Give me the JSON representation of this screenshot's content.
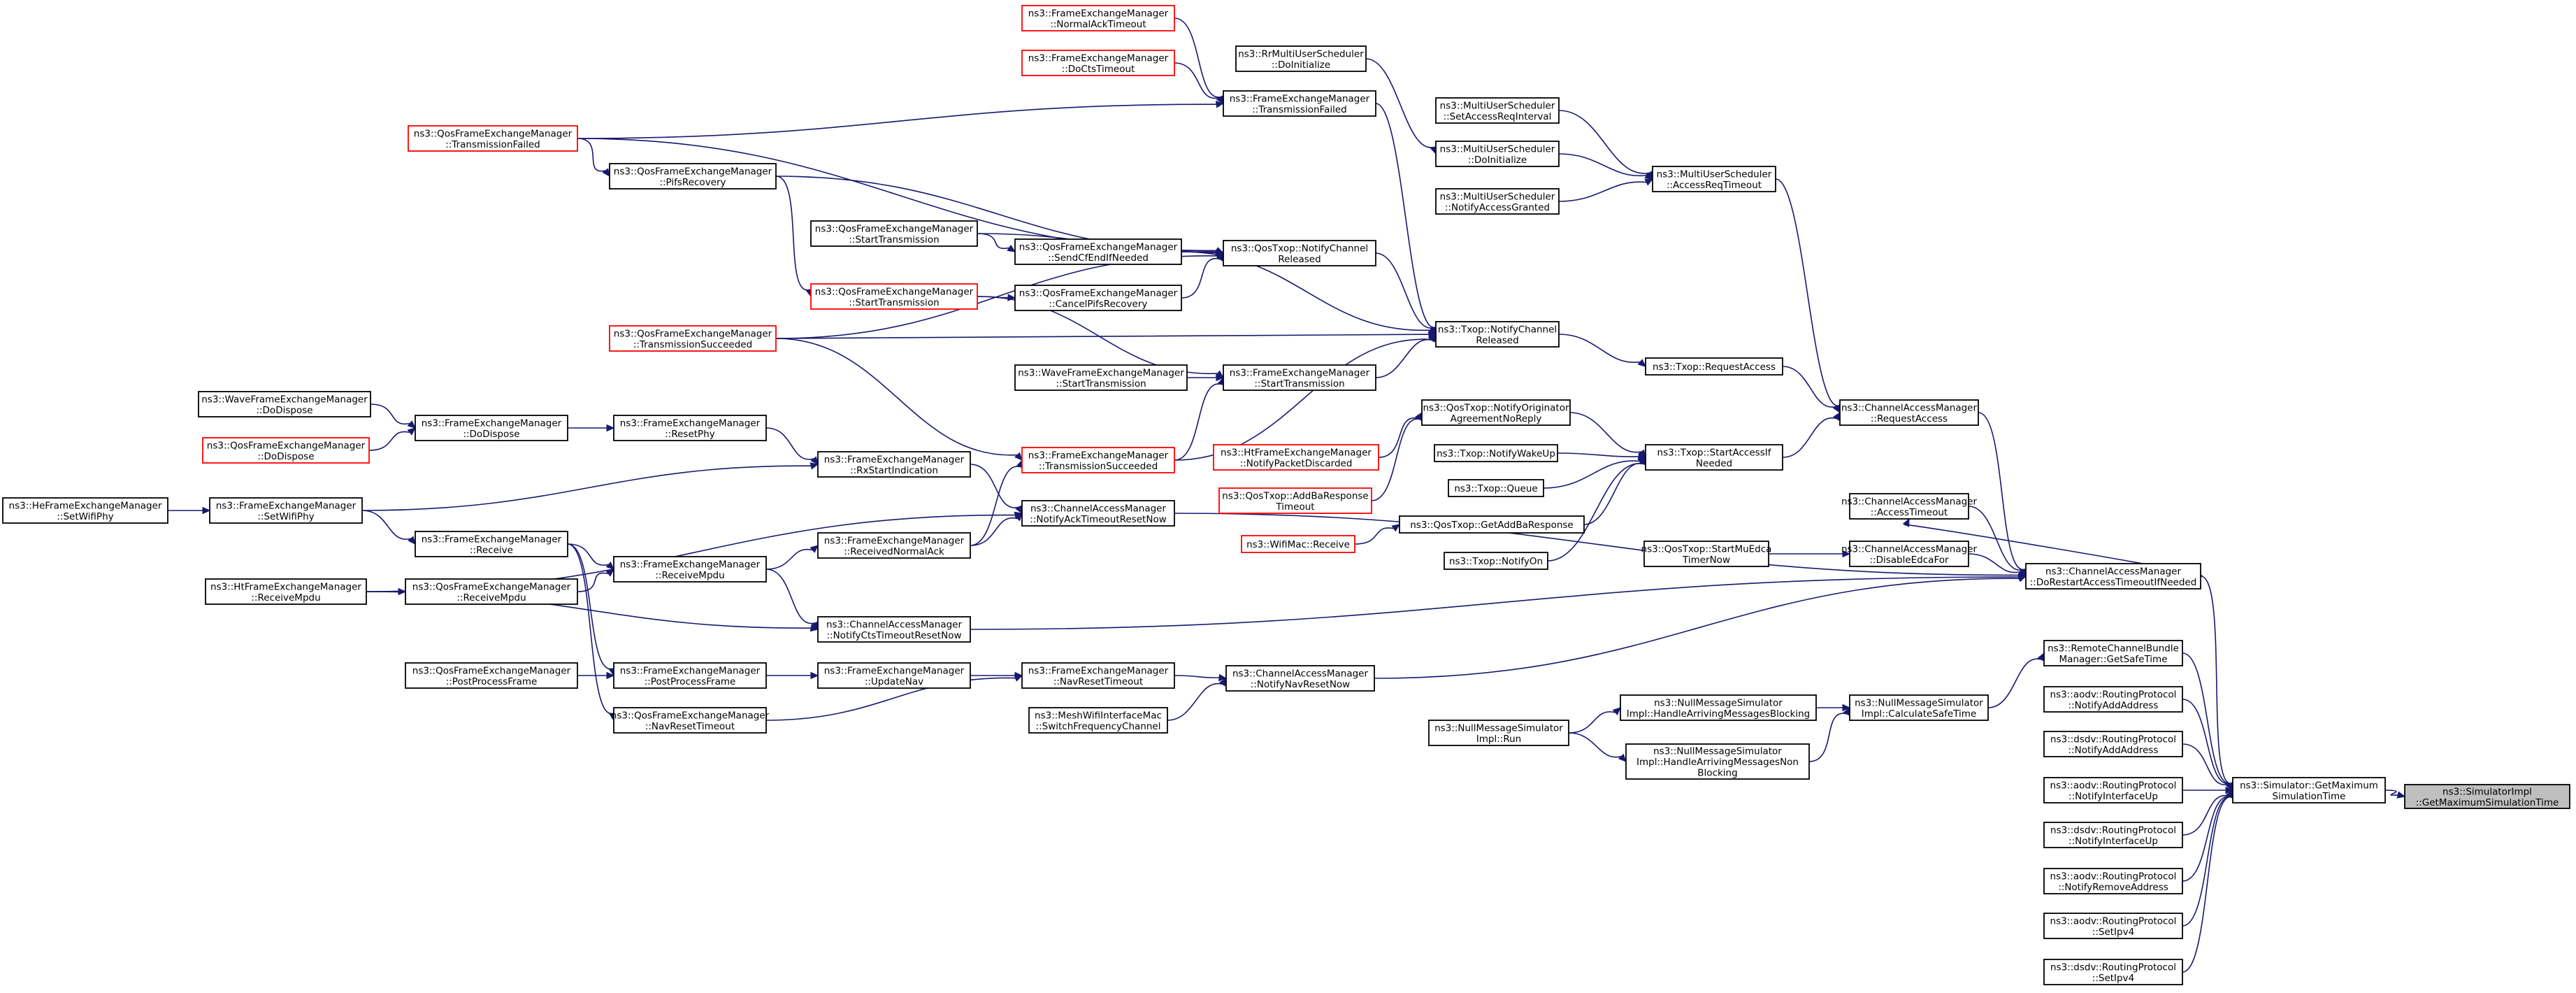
{
  "nodes": [
    {
      "id": "target",
      "lines": [
        "ns3::SimulatorImpl",
        "::GetMaximumSimulationTime"
      ],
      "style": "selected"
    },
    {
      "id": "sim_gmst",
      "lines": [
        "ns3::Simulator::GetMaximum",
        "SimulationTime"
      ],
      "style": "normal"
    },
    {
      "id": "cam_drat",
      "lines": [
        "ns3::ChannelAccessManager",
        "::DoRestartAccessTimeoutIfNeeded"
      ],
      "style": "normal"
    },
    {
      "id": "rcb_gst",
      "lines": [
        "ns3::RemoteChannelBundle",
        "Manager::GetSafeTime"
      ],
      "style": "normal"
    },
    {
      "id": "aodv_naa",
      "lines": [
        "ns3::aodv::RoutingProtocol",
        "::NotifyAddAddress"
      ],
      "style": "normal"
    },
    {
      "id": "dsdv_naa",
      "lines": [
        "ns3::dsdv::RoutingProtocol",
        "::NotifyAddAddress"
      ],
      "style": "normal"
    },
    {
      "id": "aodv_niu",
      "lines": [
        "ns3::aodv::RoutingProtocol",
        "::NotifyInterfaceUp"
      ],
      "style": "normal"
    },
    {
      "id": "dsdv_niu",
      "lines": [
        "ns3::dsdv::RoutingProtocol",
        "::NotifyInterfaceUp"
      ],
      "style": "normal"
    },
    {
      "id": "aodv_nra",
      "lines": [
        "ns3::aodv::RoutingProtocol",
        "::NotifyRemoveAddress"
      ],
      "style": "normal"
    },
    {
      "id": "aodv_sip",
      "lines": [
        "ns3::aodv::RoutingProtocol",
        "::SetIpv4"
      ],
      "style": "normal"
    },
    {
      "id": "dsdv_sip",
      "lines": [
        "ns3::dsdv::RoutingProtocol",
        "::SetIpv4"
      ],
      "style": "normal"
    },
    {
      "id": "cam_ra",
      "lines": [
        "ns3::ChannelAccessManager",
        "::RequestAccess"
      ],
      "style": "normal"
    },
    {
      "id": "cam_at",
      "lines": [
        "ns3::ChannelAccessManager",
        "::AccessTimeout"
      ],
      "style": "normal"
    },
    {
      "id": "cam_def",
      "lines": [
        "ns3::ChannelAccessManager",
        "::DisableEdcaFor"
      ],
      "style": "normal"
    },
    {
      "id": "qos_smu",
      "lines": [
        "ns3::QosTxop::StartMuEdca",
        "TimerNow"
      ],
      "style": "normal"
    },
    {
      "id": "txop_ra",
      "lines": [
        "ns3::Txop::RequestAccess"
      ],
      "style": "single"
    },
    {
      "id": "txop_sai",
      "lines": [
        "ns3::Txop::StartAccessIf",
        "Needed"
      ],
      "style": "normal"
    },
    {
      "id": "qos_noan",
      "lines": [
        "ns3::QosTxop::NotifyOriginator",
        "AgreementNoReply"
      ],
      "style": "normal"
    },
    {
      "id": "txop_nwu",
      "lines": [
        "ns3::Txop::NotifyWakeUp"
      ],
      "style": "single"
    },
    {
      "id": "txop_q",
      "lines": [
        "ns3::Txop::Queue"
      ],
      "style": "single"
    },
    {
      "id": "qos_gab",
      "lines": [
        "ns3::QosTxop::GetAddBaResponse"
      ],
      "style": "single"
    },
    {
      "id": "txop_non",
      "lines": [
        "ns3::Txop::NotifyOn"
      ],
      "style": "single"
    },
    {
      "id": "ht_npd",
      "lines": [
        "ns3::HtFrameExchangeManager",
        "::NotifyPacketDiscarded"
      ],
      "style": "red"
    },
    {
      "id": "qos_abt",
      "lines": [
        "ns3::QosTxop::AddBaResponse",
        "Timeout"
      ],
      "style": "red"
    },
    {
      "id": "wifi_rcv",
      "lines": [
        "ns3::WifiMac::Receive"
      ],
      "style": "red-single"
    },
    {
      "id": "mus_art",
      "lines": [
        "ns3::MultiUserScheduler",
        "::AccessReqTimeout"
      ],
      "style": "normal"
    },
    {
      "id": "mus_sari",
      "lines": [
        "ns3::MultiUserScheduler",
        "::SetAccessReqInterval"
      ],
      "style": "normal"
    },
    {
      "id": "mus_di",
      "lines": [
        "ns3::MultiUserScheduler",
        "::DoInitialize"
      ],
      "style": "normal"
    },
    {
      "id": "mus_nag",
      "lines": [
        "ns3::MultiUserScheduler",
        "::NotifyAccessGranted"
      ],
      "style": "normal"
    },
    {
      "id": "rrmus_di",
      "lines": [
        "ns3::RrMultiUserScheduler",
        "::DoInitialize"
      ],
      "style": "normal"
    },
    {
      "id": "txop_ncr",
      "lines": [
        "ns3::Txop::NotifyChannel",
        "Released"
      ],
      "style": "normal"
    },
    {
      "id": "fem_tf",
      "lines": [
        "ns3::FrameExchangeManager",
        "::TransmissionFailed"
      ],
      "style": "normal"
    },
    {
      "id": "qostx_ncr",
      "lines": [
        "ns3::QosTxop::NotifyChannel",
        "Released"
      ],
      "style": "normal"
    },
    {
      "id": "fem_st",
      "lines": [
        "ns3::FrameExchangeManager",
        "::StartTransmission"
      ],
      "style": "normal"
    },
    {
      "id": "fem_nat",
      "lines": [
        "ns3::FrameExchangeManager",
        "::NormalAckTimeout"
      ],
      "style": "red"
    },
    {
      "id": "fem_dct",
      "lines": [
        "ns3::FrameExchangeManager",
        "::DoCtsTimeout"
      ],
      "style": "red"
    },
    {
      "id": "qfem_tf",
      "lines": [
        "ns3::QosFrameExchangeManager",
        "::TransmissionFailed"
      ],
      "style": "red"
    },
    {
      "id": "qfem_pr",
      "lines": [
        "ns3::QosFrameExchangeManager",
        "::PifsRecovery"
      ],
      "style": "normal"
    },
    {
      "id": "qfem_st1",
      "lines": [
        "ns3::QosFrameExchangeManager",
        "::StartTransmission"
      ],
      "style": "normal"
    },
    {
      "id": "qfem_sce",
      "lines": [
        "ns3::QosFrameExchangeManager",
        "::SendCfEndIfNeeded"
      ],
      "style": "normal"
    },
    {
      "id": "qfem_st2",
      "lines": [
        "ns3::QosFrameExchangeManager",
        "::StartTransmission"
      ],
      "style": "red"
    },
    {
      "id": "qfem_cpr",
      "lines": [
        "ns3::QosFrameExchangeManager",
        "::CancelPifsRecovery"
      ],
      "style": "normal"
    },
    {
      "id": "qfem_ts",
      "lines": [
        "ns3::QosFrameExchangeManager",
        "::TransmissionSucceeded"
      ],
      "style": "red"
    },
    {
      "id": "wave_st",
      "lines": [
        "ns3::WaveFrameExchangeManager",
        "::StartTransmission"
      ],
      "style": "normal"
    },
    {
      "id": "fem_ts",
      "lines": [
        "ns3::FrameExchangeManager",
        "::TransmissionSucceeded"
      ],
      "style": "red"
    },
    {
      "id": "fem_rsi",
      "lines": [
        "ns3::FrameExchangeManager",
        "::RxStartIndication"
      ],
      "style": "normal"
    },
    {
      "id": "cam_natr",
      "lines": [
        "ns3::ChannelAccessManager",
        "::NotifyAckTimeoutResetNow"
      ],
      "style": "normal"
    },
    {
      "id": "fem_rna",
      "lines": [
        "ns3::FrameExchangeManager",
        "::ReceivedNormalAck"
      ],
      "style": "normal"
    },
    {
      "id": "cam_nctr",
      "lines": [
        "ns3::ChannelAccessManager",
        "::NotifyCtsTimeoutResetNow"
      ],
      "style": "normal"
    },
    {
      "id": "fem_rp",
      "lines": [
        "ns3::FrameExchangeManager",
        "::ResetPhy"
      ],
      "style": "normal"
    },
    {
      "id": "fem_dd",
      "lines": [
        "ns3::FrameExchangeManager",
        "::DoDispose"
      ],
      "style": "normal"
    },
    {
      "id": "wave_dd",
      "lines": [
        "ns3::WaveFrameExchangeManager",
        "::DoDispose"
      ],
      "style": "normal"
    },
    {
      "id": "qfem_dd",
      "lines": [
        "ns3::QosFrameExchangeManager",
        "::DoDispose"
      ],
      "style": "red"
    },
    {
      "id": "fem_swp",
      "lines": [
        "ns3::FrameExchangeManager",
        "::SetWifiPhy"
      ],
      "style": "normal"
    },
    {
      "id": "he_swp",
      "lines": [
        "ns3::HeFrameExchangeManager",
        "::SetWifiPhy"
      ],
      "style": "normal"
    },
    {
      "id": "fem_rcv",
      "lines": [
        "ns3::FrameExchangeManager",
        "::Receive"
      ],
      "style": "normal"
    },
    {
      "id": "fem_rm",
      "lines": [
        "ns3::FrameExchangeManager",
        "::ReceiveMpdu"
      ],
      "style": "normal"
    },
    {
      "id": "ht_rm",
      "lines": [
        "ns3::HtFrameExchangeManager",
        "::ReceiveMpdu"
      ],
      "style": "normal"
    },
    {
      "id": "qfem_rm",
      "lines": [
        "ns3::QosFrameExchangeManager",
        "::ReceiveMpdu"
      ],
      "style": "normal"
    },
    {
      "id": "cam_nnr",
      "lines": [
        "ns3::ChannelAccessManager",
        "::NotifyNavResetNow"
      ],
      "style": "normal"
    },
    {
      "id": "fem_nrt",
      "lines": [
        "ns3::FrameExchangeManager",
        "::NavResetTimeout"
      ],
      "style": "normal"
    },
    {
      "id": "mesh_sfc",
      "lines": [
        "ns3::MeshWifiInterfaceMac",
        "::SwitchFrequencyChannel"
      ],
      "style": "normal"
    },
    {
      "id": "fem_un",
      "lines": [
        "ns3::FrameExchangeManager",
        "::UpdateNav"
      ],
      "style": "normal"
    },
    {
      "id": "fem_ppf",
      "lines": [
        "ns3::FrameExchangeManager",
        "::PostProcessFrame"
      ],
      "style": "normal"
    },
    {
      "id": "qfem_ppf",
      "lines": [
        "ns3::QosFrameExchangeManager",
        "::PostProcessFrame"
      ],
      "style": "normal"
    },
    {
      "id": "qfem_nrt",
      "lines": [
        "ns3::QosFrameExchangeManager",
        "::NavResetTimeout"
      ],
      "style": "normal"
    },
    {
      "id": "nms_cst",
      "lines": [
        "ns3::NullMessageSimulator",
        "Impl::CalculateSafeTime"
      ],
      "style": "normal"
    },
    {
      "id": "nms_ham",
      "lines": [
        "ns3::NullMessageSimulator",
        "Impl::HandleArrivingMessagesBlocking"
      ],
      "style": "normal"
    },
    {
      "id": "nms_hamn",
      "lines": [
        "ns3::NullMessageSimulator",
        "Impl::HandleArrivingMessagesNon",
        "Blocking"
      ],
      "style": "normal"
    },
    {
      "id": "nms_run",
      "lines": [
        "ns3::NullMessageSimulator",
        "Impl::Run"
      ],
      "style": "normal"
    }
  ],
  "edges": [
    [
      "sim_gmst",
      "target"
    ],
    [
      "cam_drat",
      "sim_gmst"
    ],
    [
      "rcb_gst",
      "sim_gmst"
    ],
    [
      "aodv_naa",
      "sim_gmst"
    ],
    [
      "dsdv_naa",
      "sim_gmst"
    ],
    [
      "aodv_niu",
      "sim_gmst"
    ],
    [
      "dsdv_niu",
      "sim_gmst"
    ],
    [
      "aodv_nra",
      "sim_gmst"
    ],
    [
      "aodv_sip",
      "sim_gmst"
    ],
    [
      "dsdv_sip",
      "sim_gmst"
    ],
    [
      "cam_ra",
      "cam_drat"
    ],
    [
      "cam_at",
      "cam_drat"
    ],
    [
      "cam_def",
      "cam_drat"
    ],
    [
      "cam_drat",
      "cam_at"
    ],
    [
      "cam_natr",
      "cam_drat"
    ],
    [
      "cam_nctr",
      "cam_drat"
    ],
    [
      "cam_nnr",
      "cam_drat"
    ],
    [
      "qos_smu",
      "cam_def"
    ],
    [
      "txop_ra",
      "cam_ra"
    ],
    [
      "txop_sai",
      "cam_ra"
    ],
    [
      "mus_art",
      "cam_ra"
    ],
    [
      "txop_ncr",
      "txop_ra"
    ],
    [
      "qos_noan",
      "txop_sai"
    ],
    [
      "txop_nwu",
      "txop_sai"
    ],
    [
      "txop_q",
      "txop_sai"
    ],
    [
      "qos_gab",
      "txop_sai"
    ],
    [
      "txop_non",
      "txop_sai"
    ],
    [
      "ht_npd",
      "qos_noan"
    ],
    [
      "qos_abt",
      "qos_noan"
    ],
    [
      "wifi_rcv",
      "qos_gab"
    ],
    [
      "mus_sari",
      "mus_art"
    ],
    [
      "mus_di",
      "mus_art"
    ],
    [
      "mus_nag",
      "mus_art"
    ],
    [
      "rrmus_di",
      "mus_di"
    ],
    [
      "fem_tf",
      "txop_ncr"
    ],
    [
      "qostx_ncr",
      "txop_ncr"
    ],
    [
      "fem_st",
      "txop_ncr"
    ],
    [
      "qfem_sce",
      "txop_ncr"
    ],
    [
      "qfem_ts",
      "txop_ncr"
    ],
    [
      "fem_ts",
      "txop_ncr"
    ],
    [
      "fem_nat",
      "fem_tf"
    ],
    [
      "fem_dct",
      "fem_tf"
    ],
    [
      "qfem_tf",
      "fem_tf"
    ],
    [
      "qfem_tf",
      "qostx_ncr"
    ],
    [
      "qfem_pr",
      "qostx_ncr"
    ],
    [
      "qfem_st1",
      "qostx_ncr"
    ],
    [
      "qfem_sce",
      "qostx_ncr"
    ],
    [
      "qfem_cpr",
      "qostx_ncr"
    ],
    [
      "qfem_ts",
      "qostx_ncr"
    ],
    [
      "qfem_tf",
      "qfem_pr"
    ],
    [
      "qfem_pr",
      "qfem_st2"
    ],
    [
      "qfem_st1",
      "qfem_sce"
    ],
    [
      "qfem_st2",
      "qfem_cpr"
    ],
    [
      "qfem_st2",
      "fem_st"
    ],
    [
      "wave_st",
      "fem_st"
    ],
    [
      "fem_ts",
      "fem_st"
    ],
    [
      "qfem_ts",
      "fem_ts"
    ],
    [
      "fem_rna",
      "fem_ts"
    ],
    [
      "fem_rsi",
      "cam_natr"
    ],
    [
      "fem_rna",
      "cam_natr"
    ],
    [
      "ht_rm",
      "cam_natr"
    ],
    [
      "fem_rp",
      "fem_rsi"
    ],
    [
      "fem_swp",
      "fem_rsi"
    ],
    [
      "fem_dd",
      "fem_rp"
    ],
    [
      "wave_dd",
      "fem_dd"
    ],
    [
      "qfem_dd",
      "fem_dd"
    ],
    [
      "he_swp",
      "fem_swp"
    ],
    [
      "fem_swp",
      "fem_rcv"
    ],
    [
      "fem_rcv",
      "fem_rm"
    ],
    [
      "fem_rm",
      "fem_rna"
    ],
    [
      "fem_rm",
      "cam_nctr"
    ],
    [
      "ht_rm",
      "qfem_rm"
    ],
    [
      "qfem_rm",
      "fem_rm"
    ],
    [
      "ht_rm",
      "cam_nctr"
    ],
    [
      "fem_rcv",
      "fem_ppf"
    ],
    [
      "qfem_ppf",
      "fem_ppf"
    ],
    [
      "fem_ppf",
      "fem_un"
    ],
    [
      "fem_un",
      "fem_nrt"
    ],
    [
      "fem_rcv",
      "qfem_nrt"
    ],
    [
      "qfem_nrt",
      "fem_nrt"
    ],
    [
      "fem_nrt",
      "cam_nnr"
    ],
    [
      "mesh_sfc",
      "cam_nnr"
    ],
    [
      "nms_cst",
      "rcb_gst"
    ],
    [
      "nms_ham",
      "nms_cst"
    ],
    [
      "nms_hamn",
      "nms_cst"
    ],
    [
      "nms_run",
      "nms_ham"
    ],
    [
      "nms_run",
      "nms_hamn"
    ]
  ]
}
